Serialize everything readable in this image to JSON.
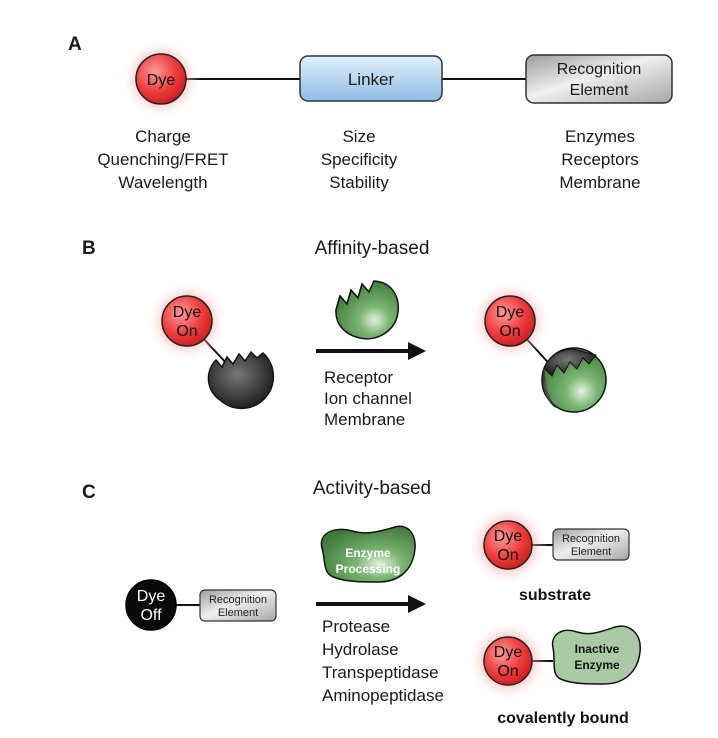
{
  "panelA": {
    "letter": "A",
    "dye": "Dye",
    "linker": "Linker",
    "recognition": [
      "Recognition",
      "Element"
    ],
    "dye_props": [
      "Charge",
      "Quenching/FRET",
      "Wavelength"
    ],
    "linker_props": [
      "Size",
      "Specificity",
      "Stability"
    ],
    "recognition_props": [
      "Enzymes",
      "Receptors",
      "Membrane"
    ]
  },
  "panelB": {
    "letter": "B",
    "title": "Affinity-based",
    "dye": [
      "Dye",
      "On"
    ],
    "targets": [
      "Receptor",
      "Ion channel",
      "Membrane"
    ]
  },
  "panelC": {
    "letter": "C",
    "title": "Activity-based",
    "dye_off": [
      "Dye",
      "Off"
    ],
    "dye_on": [
      "Dye",
      "On"
    ],
    "recognition": [
      "Recognition",
      "Element"
    ],
    "enzyme": [
      "Enzyme",
      "Processing"
    ],
    "inactive": [
      "Inactive",
      "Enzyme"
    ],
    "substrate_label": "substrate",
    "covalent_label": "covalently bound",
    "enzymes": [
      "Protease",
      "Hydrolase",
      "Transpeptidase",
      "Aminopeptidase"
    ]
  },
  "colors": {
    "dye_red": "#e8262c",
    "linker_blue": "#a9cdea",
    "recognition_gray": "#c4c4c4",
    "enzyme_green": "#5c9a55",
    "inactive_green": "#a9cba3"
  }
}
